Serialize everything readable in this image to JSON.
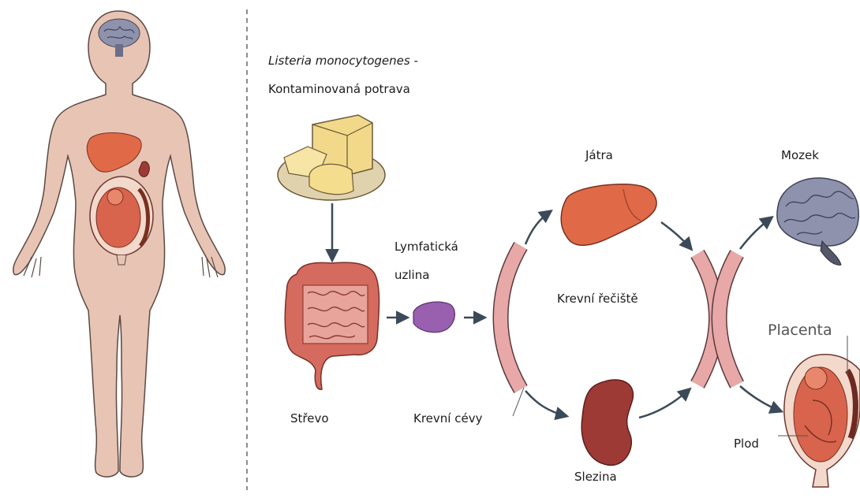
{
  "labels": {
    "pathogen": "Listeria monocytogenes",
    "dash": " -",
    "source": "Kontaminovaná potrava",
    "intestine": "Střevo",
    "lymph_node_line1": "Lymfatická",
    "lymph_node_line2": "uzlina",
    "blood_circulation": "Krevní řečiště",
    "blood_vessels": "Krevní cévy",
    "liver": "Játra",
    "spleen": "Slezina",
    "brain": "Mozek",
    "placenta": "Placenta",
    "fetus": "Plod"
  },
  "colors": {
    "body_skin": "#e8c4b4",
    "body_outline": "#5a4a44",
    "liver": "#e06a48",
    "spleen": "#9e3a36",
    "brain": "#8f92ad",
    "lymph_node": "#9a60b0",
    "intestine": "#cc5a50",
    "vessel": "#e8a8a8",
    "arrow": "#3a4a58",
    "cheese": "#f2d98a",
    "plate": "#e0d2ac"
  },
  "icons": [
    "body-icon",
    "cheese-icon",
    "intestine-icon",
    "lymph-node-icon",
    "liver-icon",
    "spleen-icon",
    "brain-icon",
    "fetus-icon"
  ]
}
